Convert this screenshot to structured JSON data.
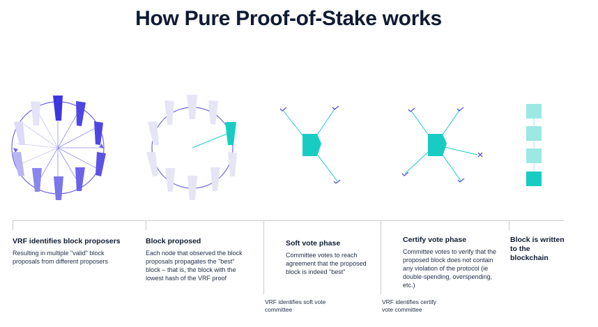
{
  "title": "How Pure Proof-of-Stake works",
  "steps": [
    {
      "label": "VRF identifies block proposers",
      "description": "Resulting in multiple \"valid\" block proposals from different proposers"
    },
    {
      "label": "Block proposed",
      "description": "Each node that observed the block proposals propagates the \"best\" block – that is, the block with the lowest hash of the VRF proof"
    },
    {
      "label": "Soft vote phase",
      "description": "Committee votes to reach agreement that the proposed block is indeed \"best\""
    },
    {
      "label": "Certify vote phase",
      "description": "Committee votes to verify that the proposed block does not contain any violation of the protocol (ie double-spending, overspending, etc.)"
    },
    {
      "label": "Block is written to the blockchain",
      "description": ""
    }
  ],
  "sub_notes": [
    "VRF identifies soft vote committee",
    "VRF identifies certify vote committee"
  ],
  "icons": {
    "proposers": "block-proposers-icon",
    "proposed": "proposed-block-icon",
    "soft_vote": "soft-vote-node-icon",
    "certify_vote": "certify-vote-node-icon",
    "chain": "blockchain-stack-icon",
    "check": "check-icon",
    "cross": "cross-icon"
  },
  "colors": {
    "title": "#0f1b33",
    "dark_blue": "#3d35e0",
    "mid_blue": "#6b63e8",
    "light_lavender": "#e4e3f7",
    "teal": "#18ccc4",
    "light_teal": "#9ce8e3",
    "circle": "#6f67e3"
  }
}
